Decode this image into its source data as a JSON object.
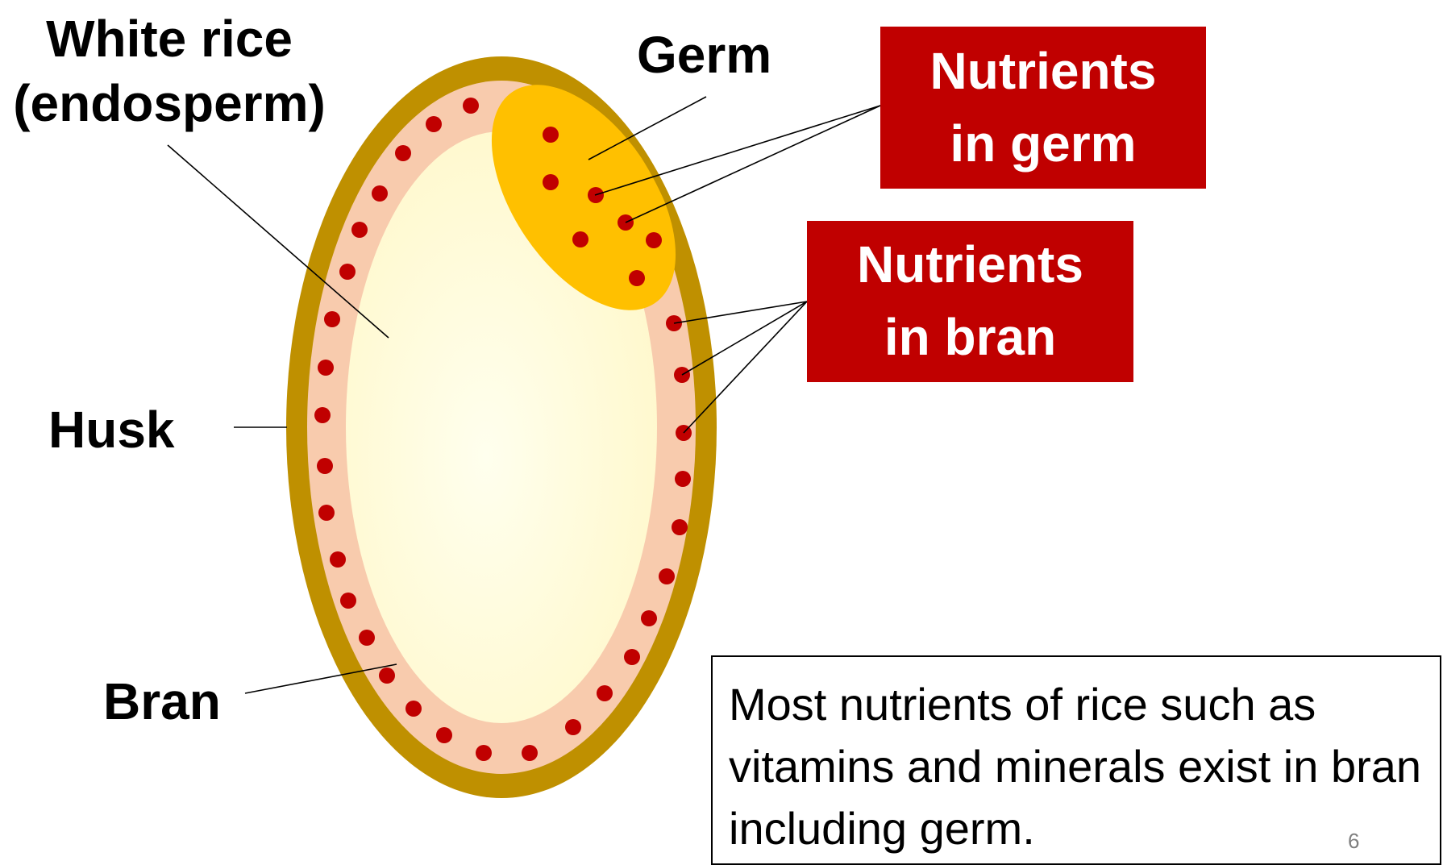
{
  "labels": {
    "white_rice_line1": "White rice",
    "white_rice_line2": "(endosperm)",
    "germ": "Germ",
    "husk": "Husk",
    "bran": "Bran"
  },
  "nutrient_boxes": {
    "germ_line1": "Nutrients",
    "germ_line2": "in germ",
    "bran_line1": "Nutrients",
    "bran_line2": "in bran"
  },
  "note": "Most nutrients of rice such as vitamins and minerals exist in bran including germ.",
  "page_number": "6",
  "colors": {
    "husk": "#bf9000",
    "bran": "#f8cbad",
    "endosperm": "#fffde0",
    "germ": "#ffc000",
    "nutrient_dot": "#c00000",
    "box_fill": "#c00000",
    "box_text": "#ffffff"
  }
}
